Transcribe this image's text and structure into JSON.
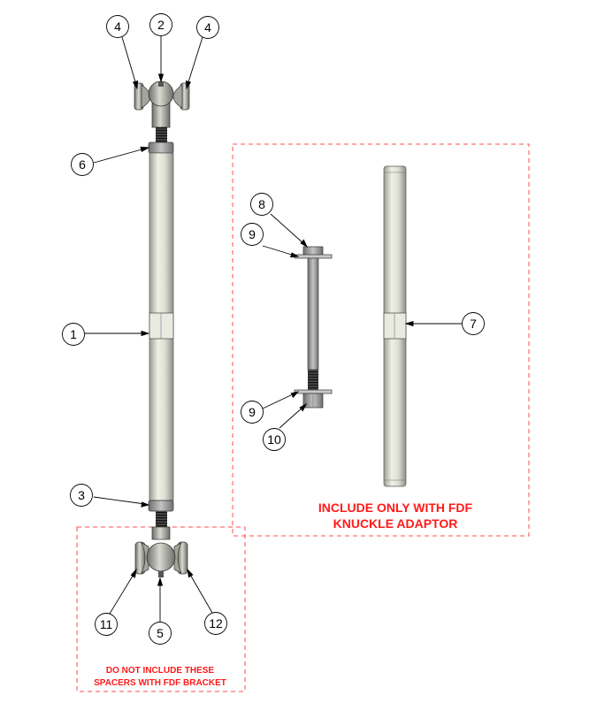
{
  "callouts": [
    "1",
    "2",
    "3",
    "4",
    "5",
    "6",
    "7",
    "8",
    "9",
    "10",
    "11",
    "12"
  ],
  "notes": {
    "fdf_line1": "INCLUDE ONLY WITH FDF",
    "fdf_line2": "KNUCKLE ADAPTOR",
    "spacer_line1": "DO NOT INCLUDE THESE",
    "spacer_line2": "SPACERS  WITH FDF BRACKET"
  },
  "colors": {
    "note_text": "#ff1a1a",
    "dashed_box": "#ff4d4d",
    "metal_light": "#e4e6dc",
    "metal_dark": "#8f9088",
    "thread": "#2a2a2a"
  }
}
